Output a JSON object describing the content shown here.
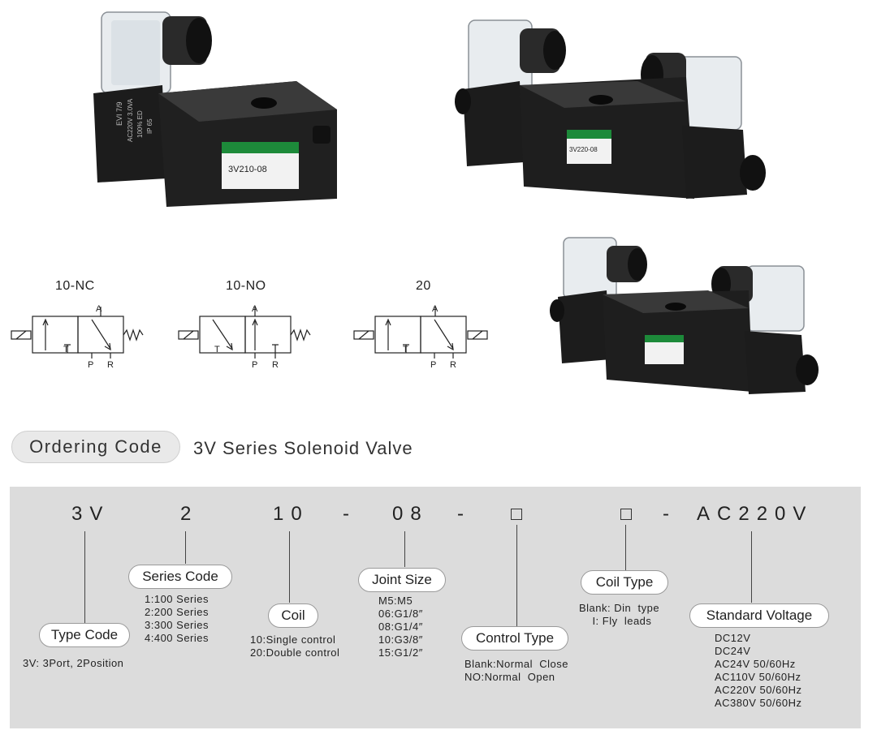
{
  "photos": {
    "single_valve_label": "3V210-08",
    "double_valve_label": "3V220-08",
    "coil_text_lines": [
      "EVI 7/9",
      "AC220V 3.0VA",
      "100% ED",
      "IP 65"
    ]
  },
  "symbols": [
    {
      "title": "10-NC"
    },
    {
      "title": "10-NO"
    },
    {
      "title": "20"
    }
  ],
  "ports": {
    "a": "A",
    "t": "T",
    "p": "P",
    "r": "R"
  },
  "ordering": {
    "pill_label": "Ordering  Code",
    "series_title": "3V Series Solenoid Valve"
  },
  "code_parts": {
    "p1": "3V",
    "p2": "2",
    "p3": "10",
    "dash1": "-",
    "p4": "08",
    "dash2": "-",
    "dash3": "-",
    "p7": "AC220V"
  },
  "fields": {
    "type_code": {
      "label": "Type  Code",
      "desc": "3V: 3Port, 2Position"
    },
    "series_code": {
      "label": "Series Code",
      "desc": "1:100 Series\n2:200 Series\n3:300 Series\n4:400 Series"
    },
    "coil": {
      "label": "Coil",
      "desc": "10:Single control\n20:Double control"
    },
    "joint_size": {
      "label": "Joint  Size",
      "desc": "M5:M5\n06:G1/8″\n08:G1/4″\n10:G3/8″\n15:G1/2″"
    },
    "control_type": {
      "label": "Control  Type",
      "desc": "Blank:Normal  Close\nNO:Normal  Open"
    },
    "coil_type": {
      "label": "Coil Type",
      "desc": "Blank: Din  type\n    I: Fly  leads"
    },
    "standard_voltage": {
      "label": "Standard  Voltage",
      "desc": "DC12V\nDC24V\nAC24V 50/60Hz\nAC110V 50/60Hz\nAC220V 50/60Hz\nAC380V 50/60Hz"
    }
  }
}
